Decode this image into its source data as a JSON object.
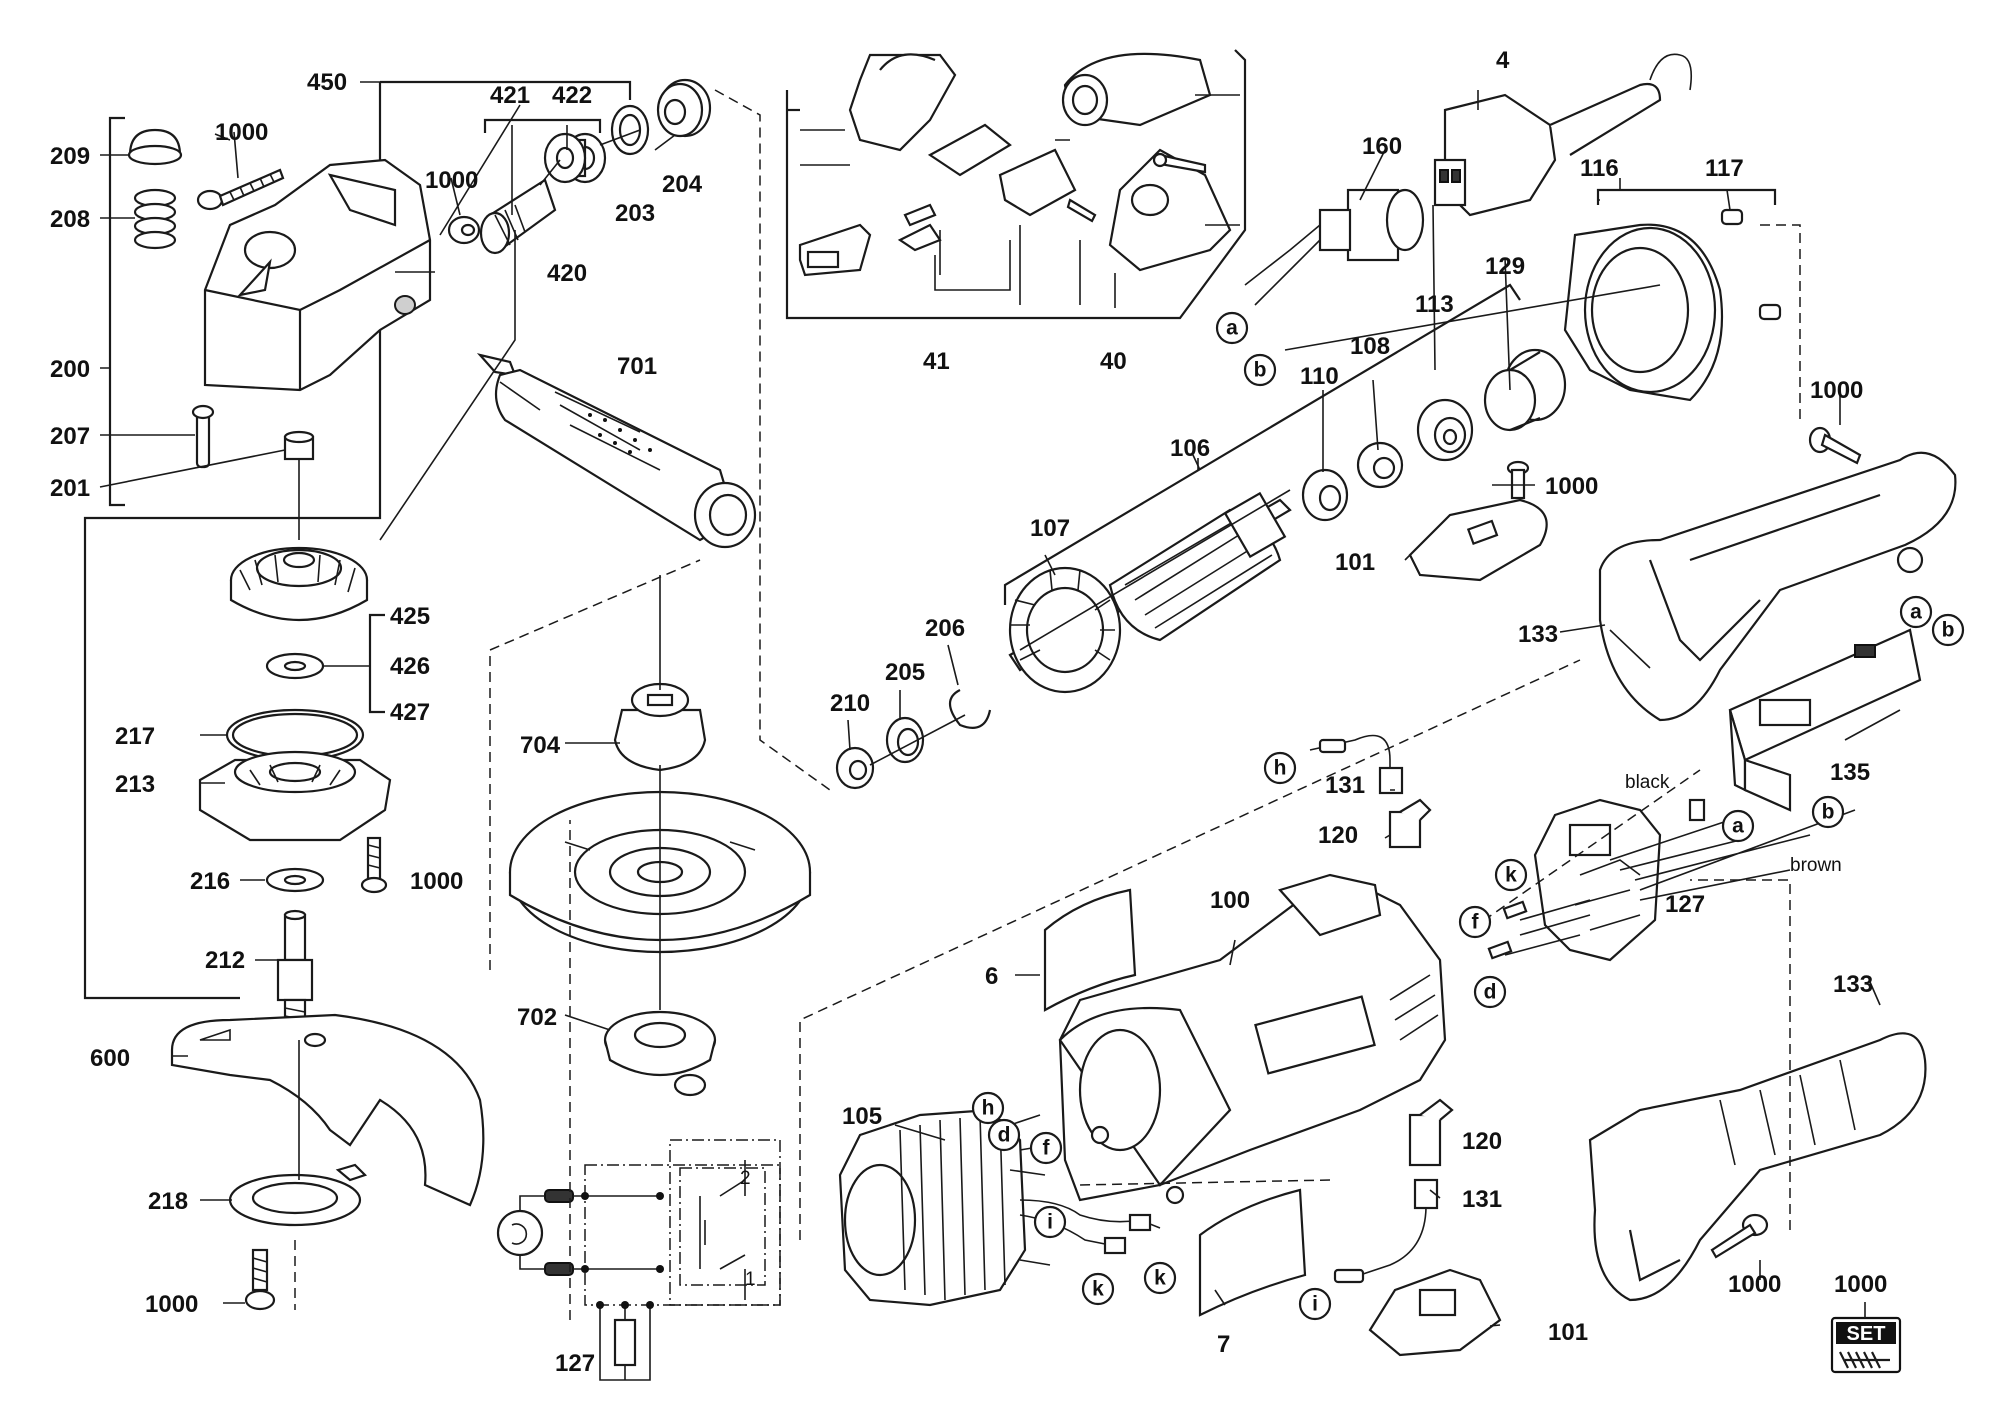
{
  "labels": {
    "p450": "450",
    "p421": "421",
    "p422": "422",
    "p1000a": "1000",
    "p209": "209",
    "p208": "208",
    "p1000b": "1000",
    "p203": "203",
    "p204": "204",
    "p420": "420",
    "p200": "200",
    "p207": "207",
    "p201": "201",
    "p701": "701",
    "p425": "425",
    "p426": "426",
    "p427": "427",
    "p217": "217",
    "p213": "213",
    "p216": "216",
    "p1000c": "1000",
    "p212": "212",
    "p600": "600",
    "p218": "218",
    "p1000d": "1000",
    "p704": "704",
    "p702": "702",
    "p41": "41",
    "p40": "40",
    "p4": "4",
    "p160": "160",
    "p116": "116",
    "p117": "117",
    "p129": "129",
    "p113": "113",
    "p108": "108",
    "p110": "110",
    "p106": "106",
    "p107": "107",
    "p1000e": "1000",
    "p1000f": "1000",
    "p101a": "101",
    "p206": "206",
    "p205": "205",
    "p210": "210",
    "p133a": "133",
    "p135": "135",
    "p131a": "131",
    "p120a": "120",
    "p127a": "127",
    "p100": "100",
    "p6": "6",
    "p105": "105",
    "p133b": "133",
    "p120b": "120",
    "p131b": "131",
    "p1000g": "1000",
    "p7": "7",
    "p101b": "101",
    "p127b": "127",
    "p1000set": "1000"
  },
  "wire_labels": {
    "black": "black",
    "brown": "brown"
  },
  "connectors": {
    "a1": "a",
    "b1": "b",
    "a2": "a",
    "b2": "b",
    "a3": "a",
    "b3": "b",
    "h1": "h",
    "k1": "k",
    "f1": "f",
    "d1": "d",
    "h2": "h",
    "d2": "d",
    "f2": "f",
    "i1": "i",
    "k2": "k",
    "k3": "k",
    "i2": "i"
  },
  "set_badge": "SET",
  "schematic_contacts": {
    "c1": "1",
    "c2": "2"
  }
}
